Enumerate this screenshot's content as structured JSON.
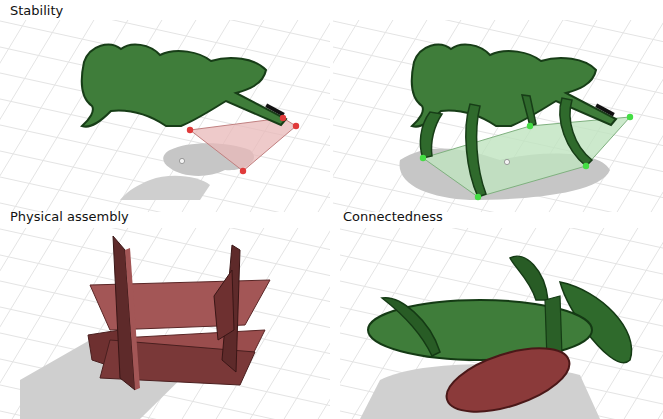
{
  "diagram": {
    "labels": [
      "Stability",
      "Physical assembly",
      "Connectedness"
    ]
  }
}
